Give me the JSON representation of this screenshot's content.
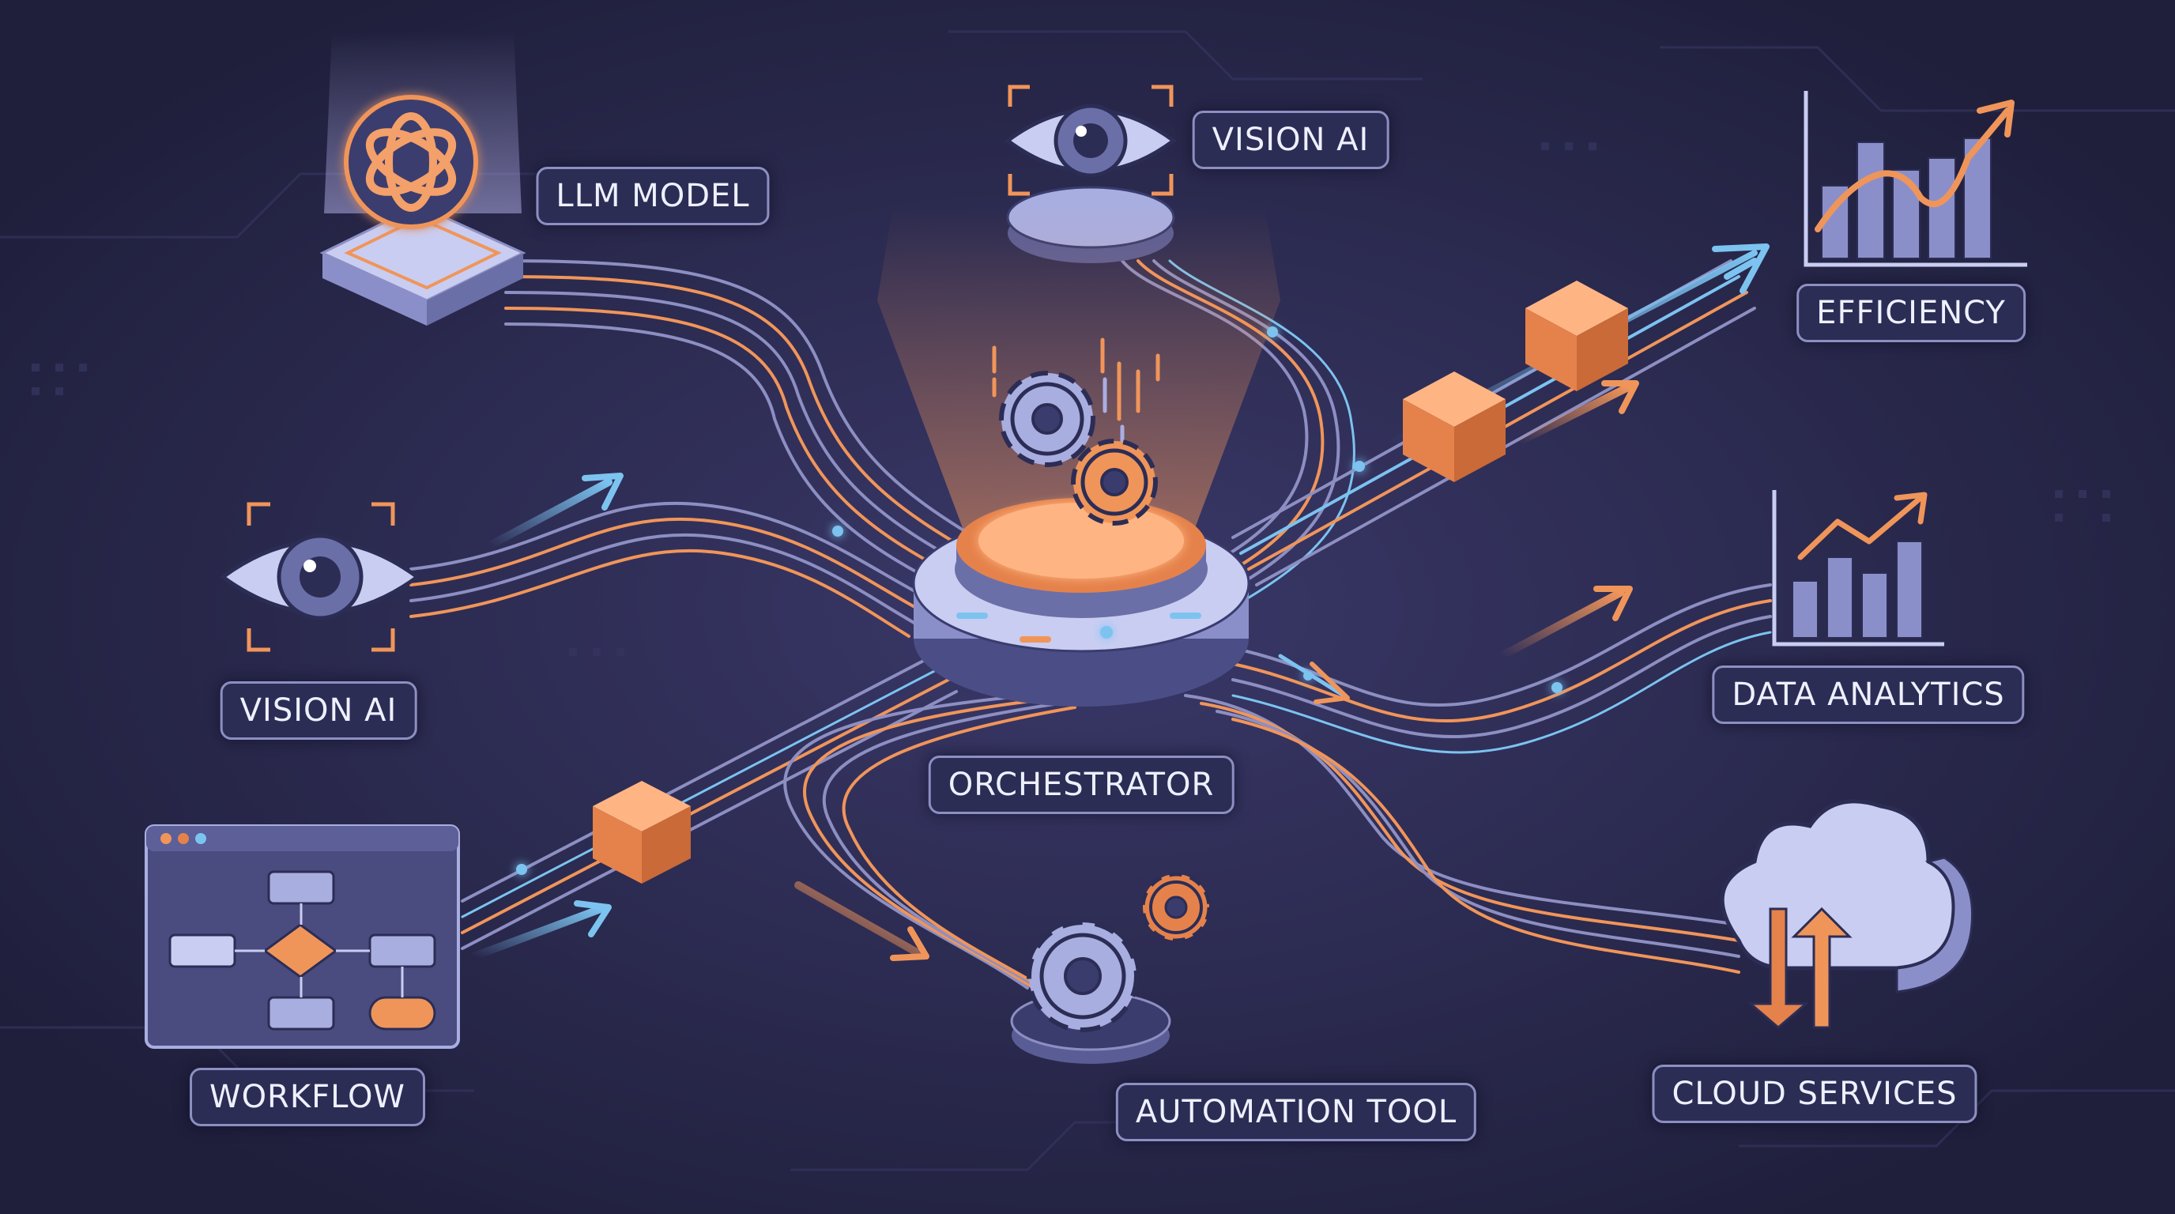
{
  "colors": {
    "background": "#242444",
    "accent_orange": "#f0955a",
    "accent_blue": "#7cc3f0",
    "node_lavender": "#a9aee0",
    "node_dark": "#3a3c6e",
    "label_border": "#8d8fc2",
    "label_text": "#eef0ff"
  },
  "nodes": {
    "llm_model": {
      "label": "LLM MODEL",
      "icon": "openai-logo-icon"
    },
    "vision_ai_top": {
      "label": "VISION AI",
      "icon": "eye-icon"
    },
    "vision_ai_left": {
      "label": "VISION AI",
      "icon": "eye-icon"
    },
    "orchestrator": {
      "label": "ORCHESTRATOR",
      "icon": "gear-icon"
    },
    "workflow": {
      "label": "WORKFLOW",
      "icon": "flowchart-window-icon"
    },
    "automation_tool": {
      "label": "AUTOMATION TOOL",
      "icon": "gear-icon"
    },
    "efficiency": {
      "label": "EFFICIENCY",
      "icon": "bar-chart-icon"
    },
    "data_analytics": {
      "label": "DATA ANALYTICS",
      "icon": "bar-chart-icon"
    },
    "cloud_services": {
      "label": "CLOUD SERVICES",
      "icon": "cloud-sync-icon"
    }
  }
}
